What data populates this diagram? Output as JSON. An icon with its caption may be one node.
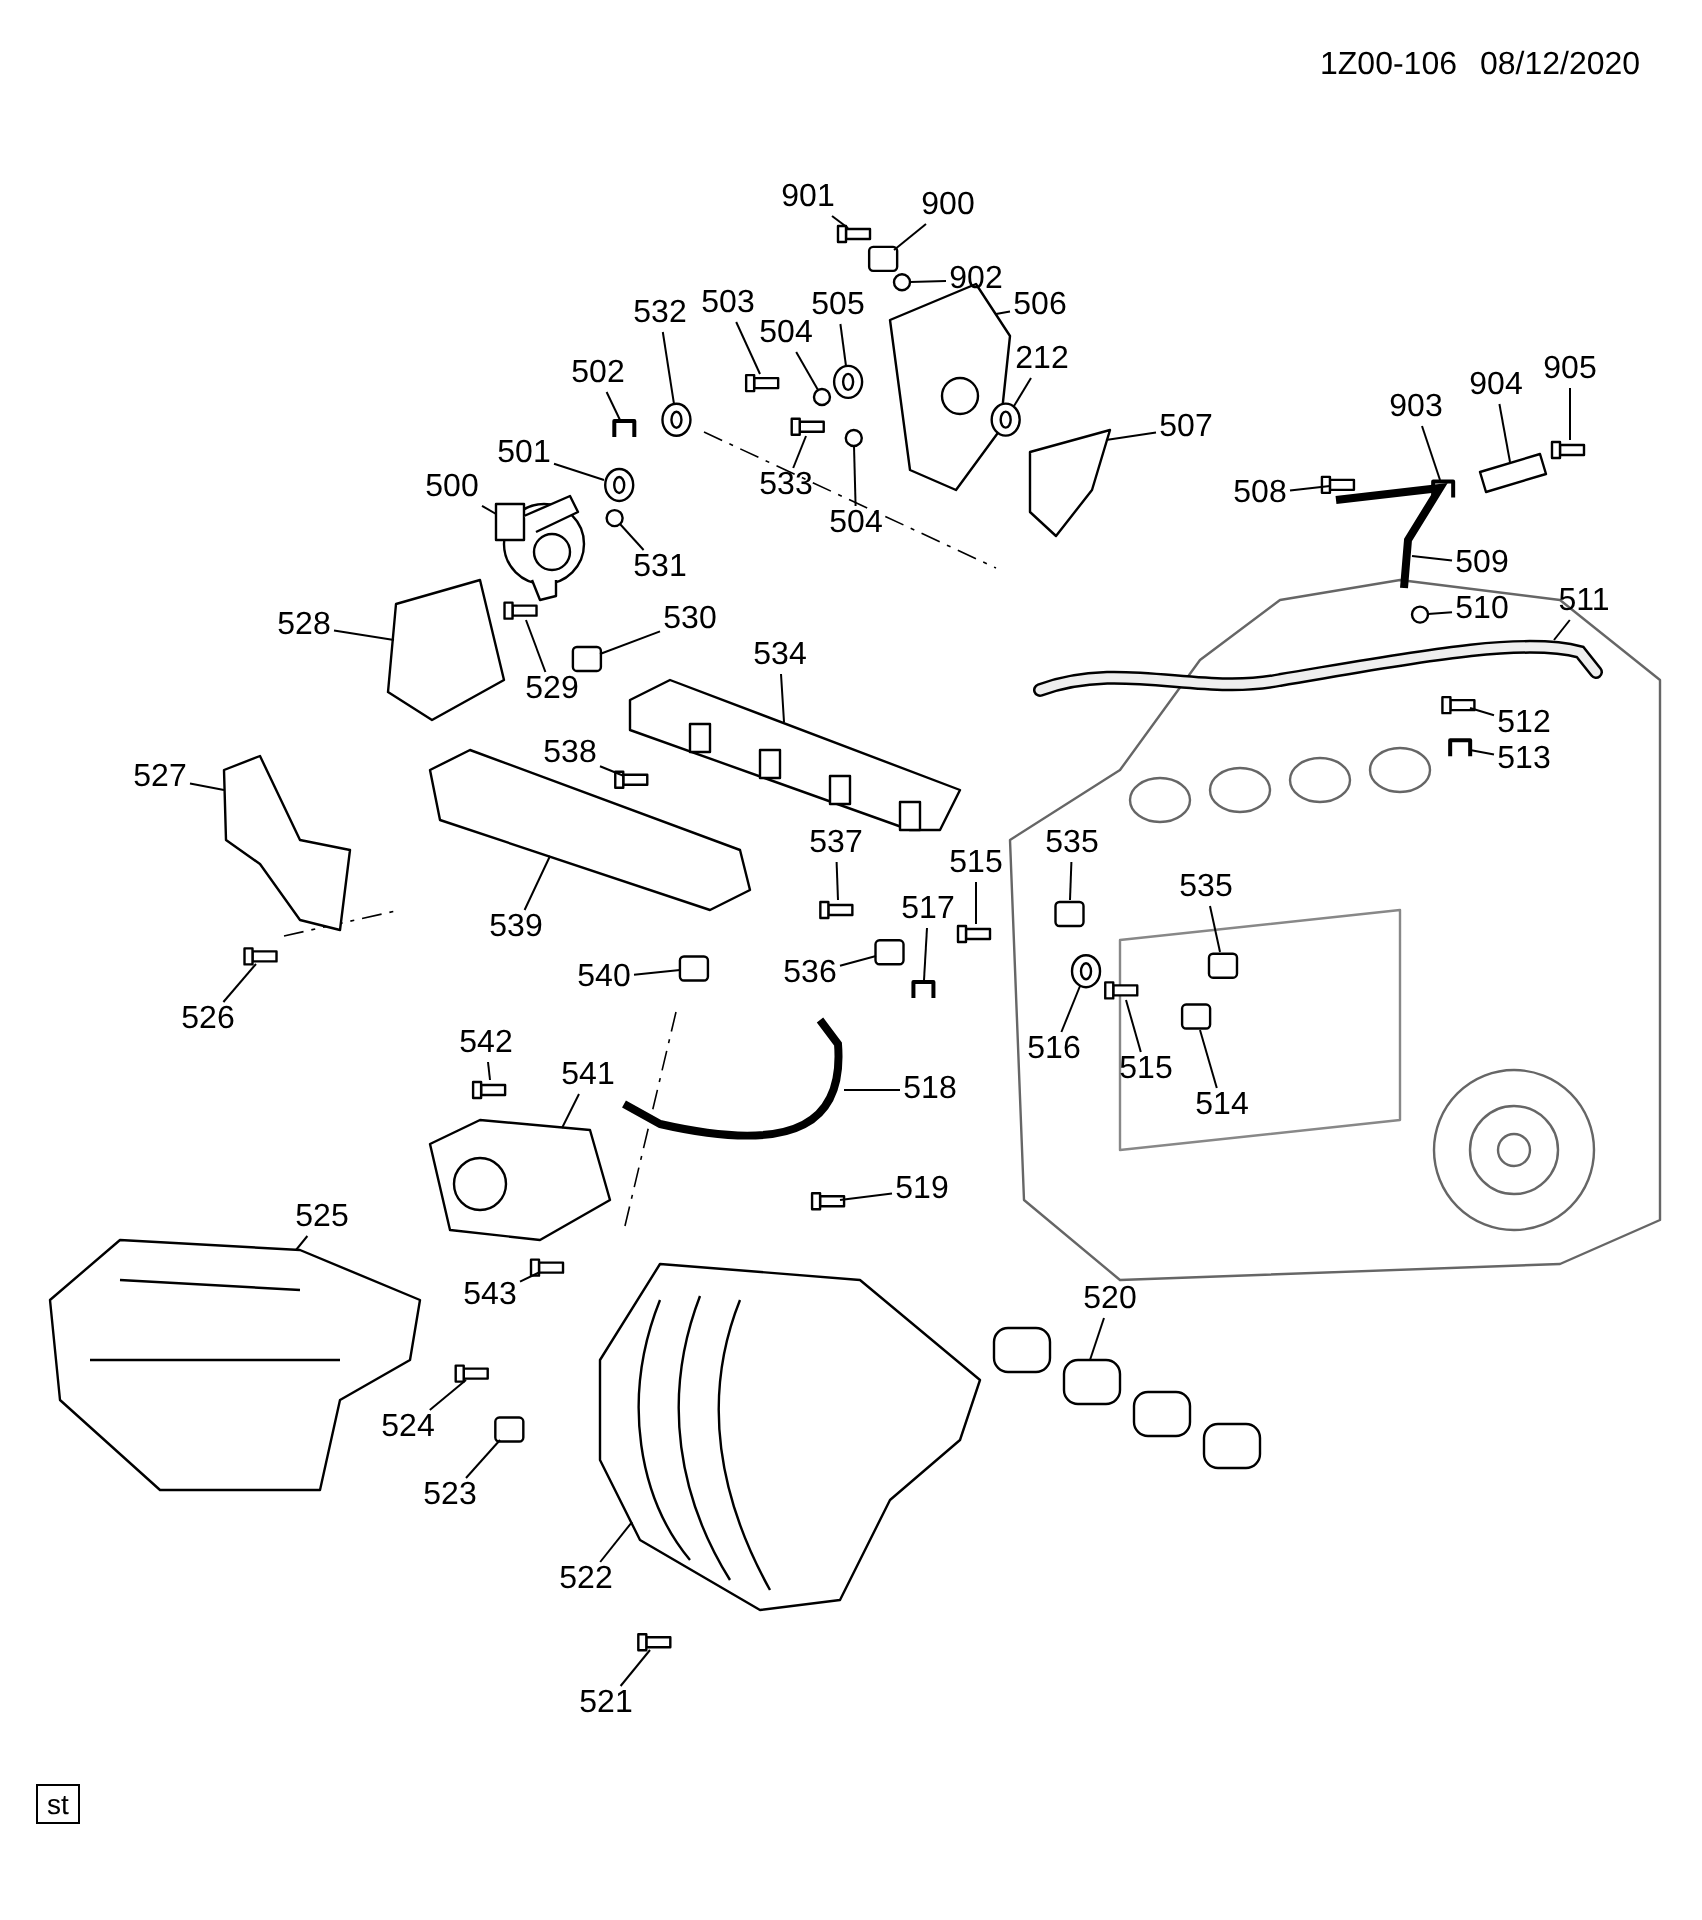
{
  "diagram": {
    "nodes": [
      {
        "text": [
          "901"
        ]
      },
      {
        "text": [
          "900"
        ]
      },
      {
        "text": [
          "902"
        ]
      },
      {
        "text": [
          "503"
        ]
      },
      {
        "text": [
          "505"
        ]
      },
      {
        "text": [
          "506"
        ]
      },
      {
        "text": [
          "532"
        ]
      },
      {
        "text": [
          "504"
        ]
      },
      {
        "text": [
          "212"
        ]
      },
      {
        "text": [
          "905"
        ]
      },
      {
        "text": [
          "502"
        ]
      },
      {
        "text": [
          "904"
        ]
      },
      {
        "text": [
          "903"
        ]
      },
      {
        "text": [
          "507"
        ]
      },
      {
        "text": [
          "501"
        ]
      },
      {
        "text": [
          "533"
        ]
      },
      {
        "text": [
          "508"
        ]
      },
      {
        "text": [
          "500"
        ]
      },
      {
        "text": [
          "504"
        ]
      },
      {
        "text": [
          "509"
        ]
      },
      {
        "text": [
          "531"
        ]
      },
      {
        "text": [
          "511"
        ]
      },
      {
        "text": [
          "510"
        ]
      },
      {
        "text": [
          "528"
        ]
      },
      {
        "text": [
          "530"
        ]
      },
      {
        "text": [
          "534"
        ]
      },
      {
        "text": [
          "529"
        ]
      },
      {
        "text": [
          "512"
        ]
      },
      {
        "text": [
          "538"
        ]
      },
      {
        "text": [
          "513"
        ]
      },
      {
        "text": [
          "527"
        ]
      },
      {
        "text": [
          "537"
        ]
      },
      {
        "text": [
          "535"
        ]
      },
      {
        "text": [
          "515"
        ]
      },
      {
        "text": [
          "535"
        ]
      },
      {
        "text": [
          "517"
        ]
      },
      {
        "text": [
          "539"
        ]
      },
      {
        "text": [
          "536"
        ]
      },
      {
        "text": [
          "540"
        ]
      },
      {
        "text": [
          "526"
        ]
      },
      {
        "text": [
          "516"
        ]
      },
      {
        "text": [
          "542"
        ]
      },
      {
        "text": [
          "515"
        ]
      },
      {
        "text": [
          "541"
        ]
      },
      {
        "text": [
          "518"
        ]
      },
      {
        "text": [
          "514"
        ]
      },
      {
        "text": [
          "519"
        ]
      },
      {
        "text": [
          "525"
        ]
      },
      {
        "text": [
          "543"
        ]
      },
      {
        "text": [
          "520"
        ]
      },
      {
        "text": [
          "524"
        ]
      },
      {
        "text": [
          "523"
        ]
      },
      {
        "text": [
          "522"
        ]
      },
      {
        "text": [
          "521"
        ]
      },
      {
        "text": [],
        "shape": "picture"
      },
      {
        "text": [],
        "shape": "box"
      },
      {
        "text": [],
        "shape": "circle"
      },
      {
        "text": [],
        "shape": "picture"
      },
      {
        "text": [],
        "shape": "picture"
      },
      {
        "text": [],
        "shape": "picture"
      },
      {
        "text": [],
        "shape": "picture"
      },
      {
        "text": [],
        "shape": "circle"
      },
      {
        "text": [],
        "shape": "picture"
      },
      {
        "text": [],
        "shape": "picture"
      },
      {
        "text": [],
        "shape": "picture"
      },
      {
        "text": [],
        "shape": "picture"
      },
      {
        "text": [],
        "shape": "picture"
      },
      {
        "text": [],
        "shape": "picture"
      },
      {
        "text": [],
        "shape": "picture"
      },
      {
        "text": [],
        "shape": "picture"
      },
      {
        "text": [],
        "shape": "picture"
      },
      {
        "text": [],
        "shape": "picture"
      },
      {
        "text": [],
        "shape": "circle"
      },
      {
        "text": [],
        "shape": "picture"
      },
      {
        "text": [],
        "shape": "circle"
      },
      {
        "text": [],
        "shape": "picture"
      },
      {
        "text": [],
        "shape": "circle"
      },
      {
        "text": [],
        "shape": "picture"
      },
      {
        "text": [],
        "shape": "box"
      },
      {
        "text": [],
        "shape": "picture"
      },
      {
        "text": [],
        "shape": "picture"
      },
      {
        "text": [],
        "shape": "picture"
      },
      {
        "text": [],
        "shape": "picture"
      },
      {
        "text": [],
        "shape": "picture"
      },
      {
        "text": [],
        "shape": "picture"
      },
      {
        "text": [],
        "shape": "picture"
      },
      {
        "text": [],
        "shape": "box"
      },
      {
        "text": [],
        "shape": "picture"
      },
      {
        "text": [],
        "shape": "box"
      },
      {
        "text": [],
        "shape": "picture"
      },
      {
        "text": [],
        "shape": "picture"
      },
      {
        "text": [],
        "shape": "box"
      },
      {
        "text": [],
        "shape": "box"
      },
      {
        "text": [],
        "shape": "picture"
      },
      {
        "text": [],
        "shape": "picture"
      },
      {
        "text": [],
        "shape": "picture"
      },
      {
        "text": [],
        "shape": "picture"
      },
      {
        "text": [],
        "shape": "picture"
      },
      {
        "text": [],
        "shape": "picture"
      },
      {
        "text": [],
        "shape": "box"
      },
      {
        "text": [],
        "shape": "picture"
      },
      {
        "text": [],
        "shape": "picture"
      },
      {
        "text": [],
        "shape": "picture"
      },
      {
        "text": [],
        "shape": "picture"
      },
      {
        "text": [],
        "shape": "picture"
      },
      {
        "text": [],
        "shape": "box"
      },
      {
        "text": [],
        "shape": "picture"
      },
      {
        "text": [],
        "shape": "picture"
      }
    ],
    "edges": [
      {
        "from": 0,
        "to": 54,
        "arrow": "none"
      },
      {
        "from": 1,
        "to": 55,
        "arrow": "none"
      },
      {
        "from": 2,
        "to": 56,
        "arrow": "none"
      },
      {
        "from": 3,
        "to": 57,
        "arrow": "none"
      },
      {
        "from": 4,
        "to": 58,
        "arrow": "none"
      },
      {
        "from": 5,
        "to": 59,
        "arrow": "none"
      },
      {
        "from": 6,
        "to": 60,
        "arrow": "none"
      },
      {
        "from": 7,
        "to": 61,
        "arrow": "none"
      },
      {
        "from": 8,
        "to": 62,
        "arrow": "none"
      },
      {
        "from": 9,
        "to": 63,
        "arrow": "none"
      },
      {
        "from": 10,
        "to": 64,
        "arrow": "none"
      },
      {
        "from": 11,
        "to": 65,
        "arrow": "none"
      },
      {
        "from": 12,
        "to": 66,
        "arrow": "none"
      },
      {
        "from": 13,
        "to": 67,
        "arrow": "none"
      },
      {
        "from": 14,
        "to": 68,
        "arrow": "none"
      },
      {
        "from": 15,
        "to": 69,
        "arrow": "none"
      },
      {
        "from": 16,
        "to": 70,
        "arrow": "none"
      },
      {
        "from": 17,
        "to": 71,
        "arrow": "none"
      },
      {
        "from": 18,
        "to": 72,
        "arrow": "none"
      },
      {
        "from": 19,
        "to": 73,
        "arrow": "none"
      },
      {
        "from": 20,
        "to": 74,
        "arrow": "none"
      },
      {
        "from": 21,
        "to": 75,
        "arrow": "none"
      },
      {
        "from": 22,
        "to": 76,
        "arrow": "none"
      },
      {
        "from": 23,
        "to": 77,
        "arrow": "none"
      },
      {
        "from": 24,
        "to": 78,
        "arrow": "none"
      },
      {
        "from": 25,
        "to": 79,
        "arrow": "none"
      },
      {
        "from": 26,
        "to": 80,
        "arrow": "none"
      },
      {
        "from": 27,
        "to": 81,
        "arrow": "none"
      },
      {
        "from": 28,
        "to": 82,
        "arrow": "none"
      },
      {
        "from": 29,
        "to": 83,
        "arrow": "none"
      },
      {
        "from": 30,
        "to": 84,
        "arrow": "none"
      },
      {
        "from": 31,
        "to": 85,
        "arrow": "none"
      },
      {
        "from": 32,
        "to": 86,
        "arrow": "none"
      },
      {
        "from": 33,
        "to": 87,
        "arrow": "none"
      },
      {
        "from": 34,
        "to": 88,
        "arrow": "none"
      },
      {
        "from": 35,
        "to": 89,
        "arrow": "none"
      },
      {
        "from": 36,
        "to": 90,
        "arrow": "none"
      },
      {
        "from": 37,
        "to": 91,
        "arrow": "none"
      },
      {
        "from": 38,
        "to": 92,
        "arrow": "none"
      },
      {
        "from": 39,
        "to": 93,
        "arrow": "none"
      },
      {
        "from": 40,
        "to": 94,
        "arrow": "none"
      },
      {
        "from": 41,
        "to": 95,
        "arrow": "none"
      },
      {
        "from": 42,
        "to": 96,
        "arrow": "none"
      },
      {
        "from": 43,
        "to": 97,
        "arrow": "none"
      },
      {
        "from": 44,
        "to": 98,
        "arrow": "none"
      },
      {
        "from": 45,
        "to": 99,
        "arrow": "none"
      },
      {
        "from": 46,
        "to": 100,
        "arrow": "none"
      },
      {
        "from": 47,
        "to": 101,
        "arrow": "none"
      },
      {
        "from": 48,
        "to": 102,
        "arrow": "none"
      },
      {
        "from": 49,
        "to": 103,
        "arrow": "none"
      },
      {
        "from": 50,
        "to": 104,
        "arrow": "none"
      },
      {
        "from": 51,
        "to": 105,
        "arrow": "none"
      },
      {
        "from": 52,
        "to": 106,
        "arrow": "none"
      },
      {
        "from": 53,
        "to": 107,
        "arrow": "none"
      }
    ],
    "labels": [
      "1Z00-106",
      "08/12/2020",
      "st"
    ]
  }
}
